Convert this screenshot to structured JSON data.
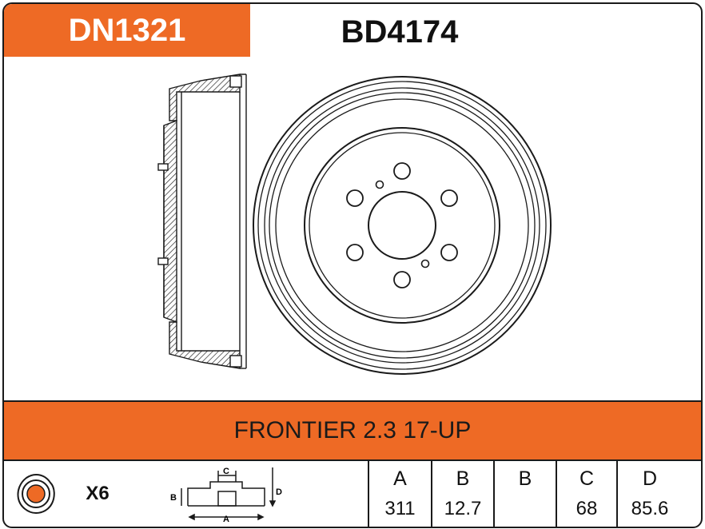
{
  "header": {
    "part_number": "DN1321",
    "reference_number": "BD4174"
  },
  "application": "FRONTIER 2.3 17-UP",
  "spec": {
    "quantity_label": "X6",
    "diagram_labels": {
      "a": "A",
      "b": "B",
      "c": "C",
      "d": "D"
    },
    "columns": [
      {
        "header": "A",
        "value": "311"
      },
      {
        "header": "B",
        "value": "12.7"
      },
      {
        "header": "B",
        "value": ""
      },
      {
        "header": "C",
        "value": "68"
      },
      {
        "header": "D",
        "value": "85.6"
      }
    ]
  },
  "colors": {
    "accent": "#ee6a25",
    "line": "#1a1a1a"
  },
  "icons": {
    "hub_icon": "drum-hub-icon"
  }
}
